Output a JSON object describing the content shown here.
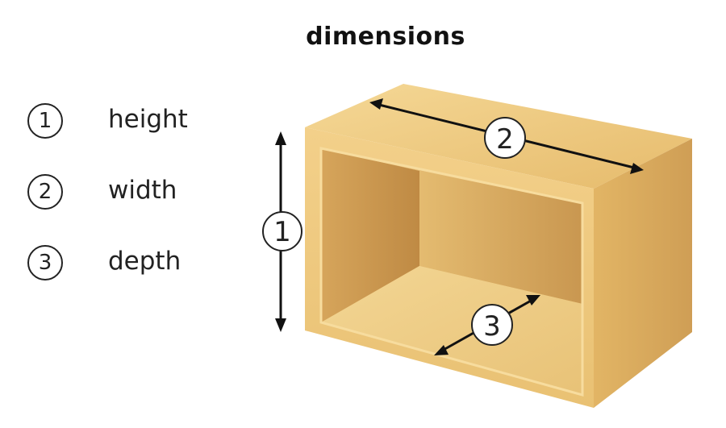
{
  "title": "dimensions",
  "legend": [
    {
      "number": "1",
      "label": "height"
    },
    {
      "number": "2",
      "label": "width"
    },
    {
      "number": "3",
      "label": "depth"
    }
  ],
  "markers": {
    "height": "1",
    "width": "2",
    "depth": "3"
  },
  "colors": {
    "box_light": "#f2cf86",
    "box_mid": "#e0b466",
    "box_dark": "#c9964d",
    "arrow": "#111111"
  }
}
